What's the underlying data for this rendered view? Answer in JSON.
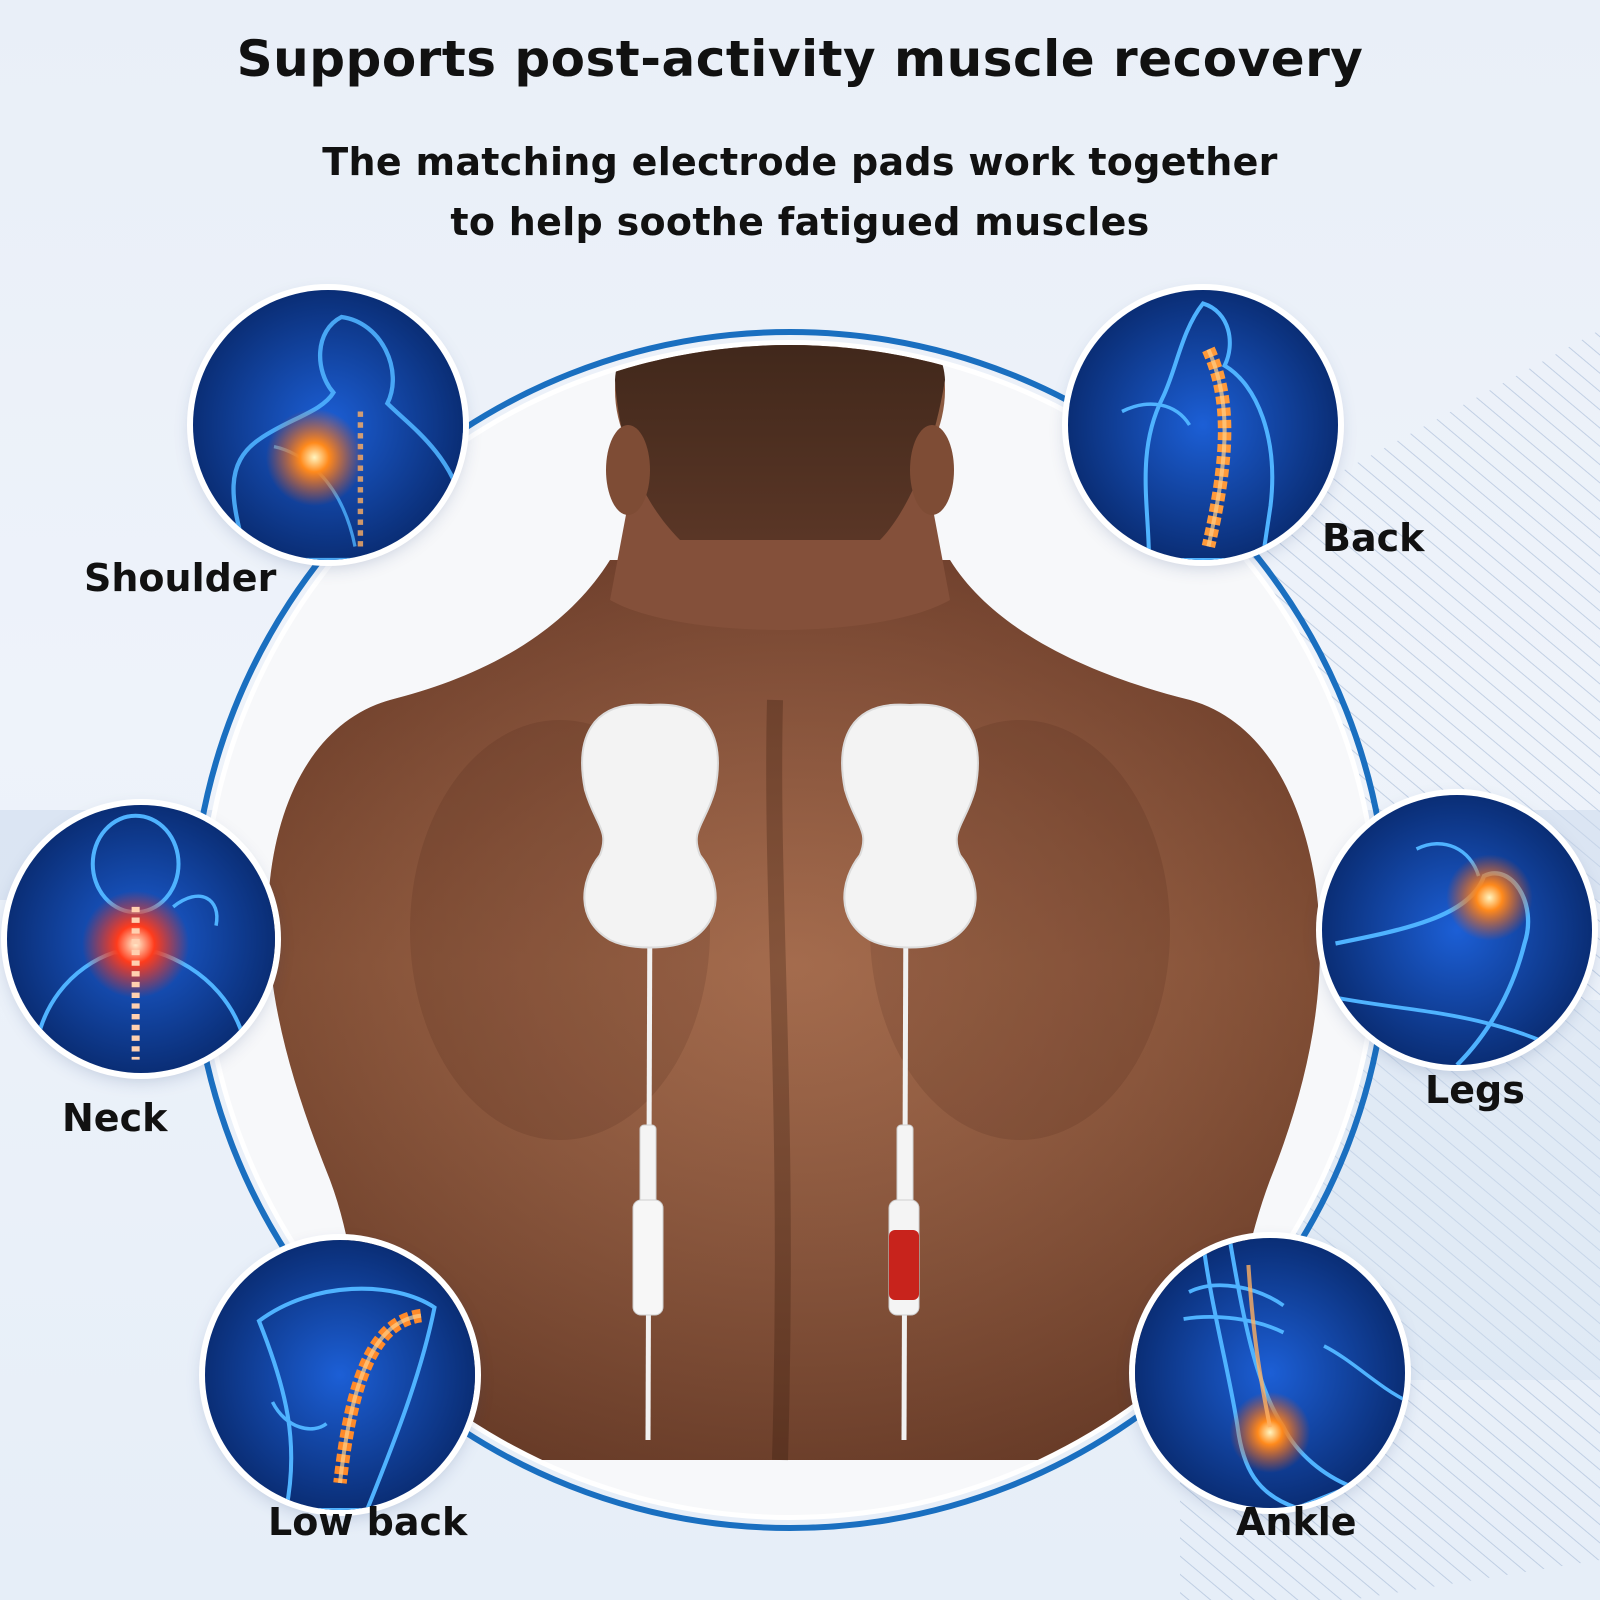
{
  "headline": "Supports post-activity muscle recovery",
  "subheadline": {
    "line1": "The matching electrode pads work together",
    "line2": "to help soothe fatigued muscles"
  },
  "central_image": {
    "subject": "Man's bare back with two white electrode pads and lead wires",
    "pad_count": 2,
    "lead_colors": [
      "#f2f2f2",
      "#c8231c"
    ]
  },
  "areas": [
    {
      "id": "shoulder",
      "label": "Shoulder",
      "icon": "shoulder-icon"
    },
    {
      "id": "back",
      "label": "Back",
      "icon": "spine-back-icon"
    },
    {
      "id": "neck",
      "label": "Neck",
      "icon": "neck-icon"
    },
    {
      "id": "legs",
      "label": "Legs",
      "icon": "knee-legs-icon"
    },
    {
      "id": "lowback",
      "label": "Low back",
      "icon": "lower-back-icon"
    },
    {
      "id": "ankle",
      "label": "Ankle",
      "icon": "ankle-icon"
    }
  ],
  "colors": {
    "ring": "#1a6fc0",
    "thumb_bg": "#05205a",
    "glow": "#ff7a1a",
    "skin": "#8a5238"
  }
}
